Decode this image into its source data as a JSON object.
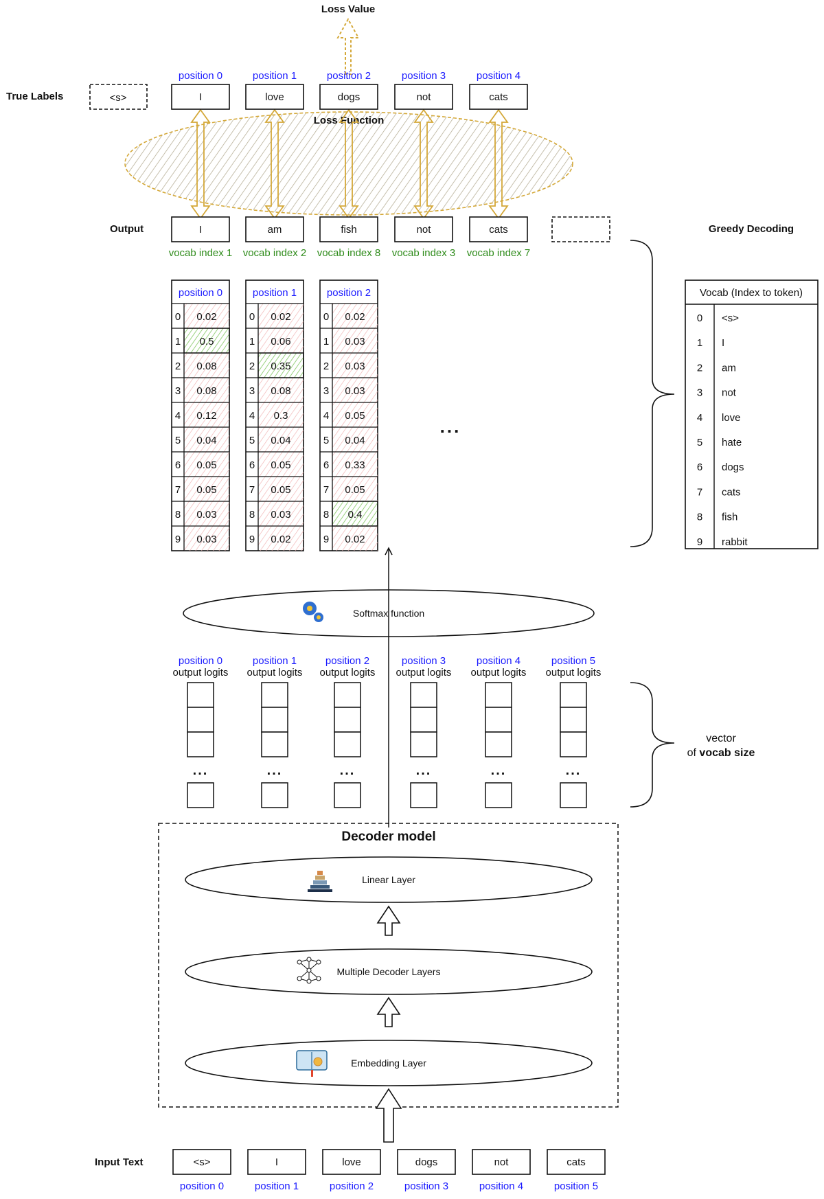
{
  "loss_value_label": "Loss Value",
  "loss_function_label": "Loss Function",
  "true_labels": {
    "title": "True Labels",
    "start_token": "<s>",
    "tokens": [
      "I",
      "love",
      "dogs",
      "not",
      "cats"
    ],
    "positions": [
      "position 0",
      "position 1",
      "position 2",
      "position 3",
      "position 4"
    ]
  },
  "output": {
    "title": "Output",
    "tokens": [
      "I",
      "am",
      "fish",
      "not",
      "cats"
    ],
    "vocab_indices": [
      "vocab index 1",
      "vocab index 2",
      "vocab index 8",
      "vocab index 3",
      "vocab index 7"
    ]
  },
  "greedy_decoding_label": "Greedy Decoding",
  "prob_tables": [
    {
      "header": "position 0",
      "values": [
        "0.02",
        "0.5",
        "0.08",
        "0.08",
        "0.12",
        "0.04",
        "0.05",
        "0.05",
        "0.03",
        "0.03"
      ],
      "highlight": 1
    },
    {
      "header": "position 1",
      "values": [
        "0.02",
        "0.06",
        "0.35",
        "0.08",
        "0.3",
        "0.04",
        "0.05",
        "0.05",
        "0.03",
        "0.02"
      ],
      "highlight": 2
    },
    {
      "header": "position 2",
      "values": [
        "0.02",
        "0.03",
        "0.03",
        "0.03",
        "0.05",
        "0.04",
        "0.33",
        "0.05",
        "0.4",
        "0.02"
      ],
      "highlight": 8
    }
  ],
  "row_indices": [
    "0",
    "1",
    "2",
    "3",
    "4",
    "5",
    "6",
    "7",
    "8",
    "9"
  ],
  "ellipsis": "...",
  "vocab": {
    "title": "Vocab (Index to token)",
    "entries": [
      {
        "index": "0",
        "token": "<s>"
      },
      {
        "index": "1",
        "token": "I"
      },
      {
        "index": "2",
        "token": "am"
      },
      {
        "index": "3",
        "token": "not"
      },
      {
        "index": "4",
        "token": "love"
      },
      {
        "index": "5",
        "token": "hate"
      },
      {
        "index": "6",
        "token": "dogs"
      },
      {
        "index": "7",
        "token": "cats"
      },
      {
        "index": "8",
        "token": "fish"
      },
      {
        "index": "9",
        "token": "rabbit"
      }
    ]
  },
  "softmax_label": "Softmax function",
  "logits": {
    "positions": [
      "position 0",
      "position 1",
      "position 2",
      "position 3",
      "position 4",
      "position 5"
    ],
    "caption": "output logits"
  },
  "vocab_size_note": {
    "line1": "vector",
    "prefix": "of ",
    "bold": "vocab size"
  },
  "decoder": {
    "title": "Decoder model",
    "linear": "Linear Layer",
    "decoder_layers": "Multiple Decoder Layers",
    "embedding": "Embedding Layer"
  },
  "input_text": {
    "title": "Input Text",
    "tokens": [
      "<s>",
      "I",
      "love",
      "dogs",
      "not",
      "cats"
    ],
    "positions": [
      "position 0",
      "position 1",
      "position 2",
      "position 3",
      "position 4",
      "position 5"
    ]
  },
  "colors": {
    "blue": "#1a1aff",
    "green": "#2e8b1a",
    "loss_gold": "#d4a838",
    "loss_hatch": "#b8b098",
    "cell_red": "#f1b5b5",
    "cell_green": "#8fcd72"
  }
}
